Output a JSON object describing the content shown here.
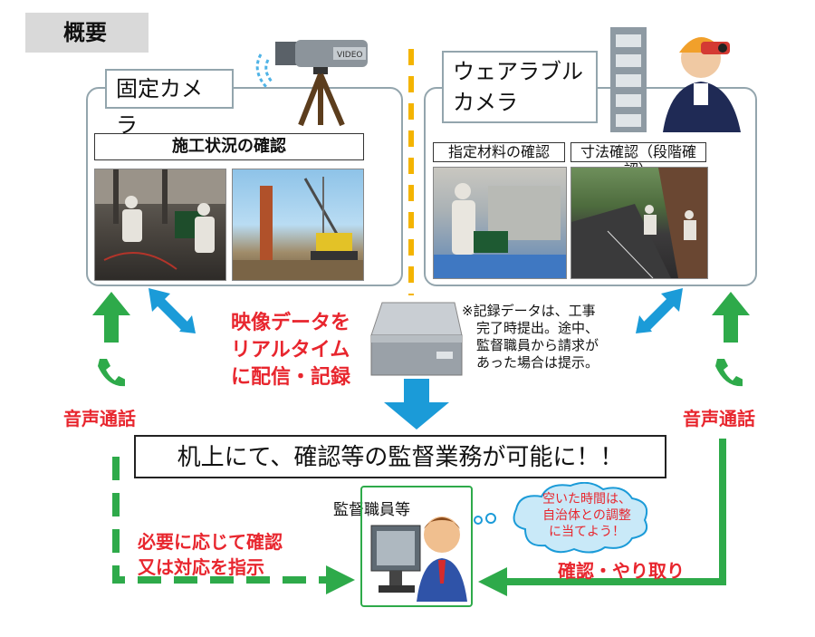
{
  "title": "概要",
  "fixed_camera": {
    "label": "固定カメラ",
    "section_title": "施工状況の確認"
  },
  "wearable_camera": {
    "label_line1": "ウェアラブル",
    "label_line2": "カメラ",
    "photo1_label": "指定材料の確認",
    "photo2_label": "寸法確認（段階確認）"
  },
  "video_data": {
    "line1": "映像データを",
    "line2": "リアルタイム",
    "line3": "に配信・記録"
  },
  "note": {
    "line1": "※記録データは、工事",
    "line2": "完了時提出。途中、",
    "line3": "監督職員から請求が",
    "line4": "あった場合は提示。"
  },
  "voice_left": "音声通話",
  "voice_right": "音声通話",
  "main_message": "机上にて、確認等の監督業務が可能に！！",
  "supervisor_label": "監督職員等",
  "bubble": {
    "line1": "空いた時間は、",
    "line2": "自治体との調整",
    "line3": "に当てよう！"
  },
  "instruction": {
    "line1": "必要に応じて確認",
    "line2": "又は対応を指示"
  },
  "confirm_exchange": "確認・やり取り",
  "camera_text": "VIDEO",
  "colors": {
    "arrow_green": "#2eaa4a",
    "arrow_blue": "#1b9bd8",
    "text_red": "#e8262e",
    "panel_border": "#93a5ad",
    "divider_orange": "#f4b400"
  }
}
